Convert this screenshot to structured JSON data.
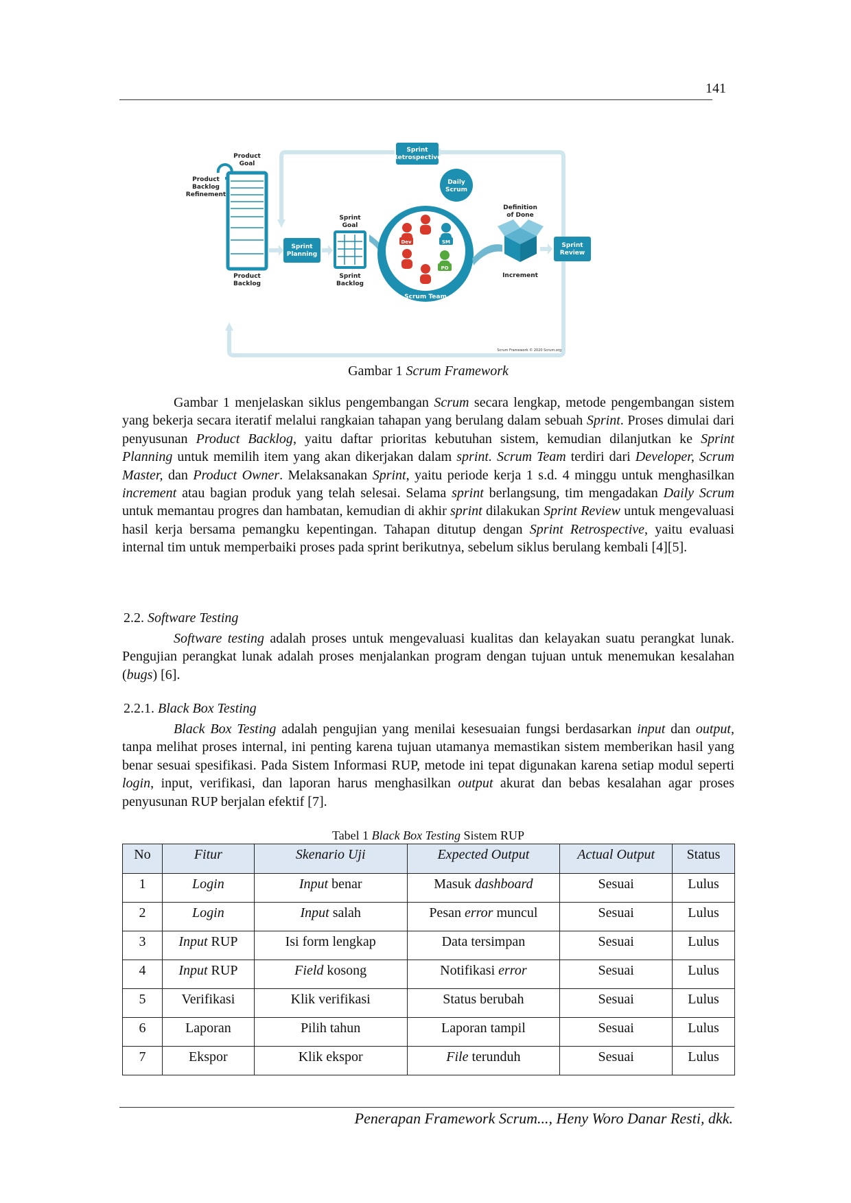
{
  "page_number": "141",
  "figure": {
    "labels": {
      "product_goal_1": "Product",
      "product_goal_2": "Goal",
      "refinement_1": "Product",
      "refinement_2": "Backlog",
      "refinement_3": "Refinement",
      "product_backlog_1": "Product",
      "product_backlog_2": "Backlog",
      "sprint_planning_1": "Sprint",
      "sprint_planning_2": "Planning",
      "sprint_goal_1": "Sprint",
      "sprint_goal_2": "Goal",
      "sprint_backlog_1": "Sprint",
      "sprint_backlog_2": "Backlog",
      "retro_1": "Sprint",
      "retro_2": "Retrospective",
      "daily_1": "Daily",
      "daily_2": "Scrum",
      "scrum_team": "Scrum Team",
      "dev": "Dev",
      "sm": "SM",
      "po": "PO",
      "dod_1": "Definition",
      "dod_2": "of Done",
      "increment": "Increment",
      "review_1": "Sprint",
      "review_2": "Review",
      "copyright": "Scrum Framework © 2020 Scrum.org"
    },
    "caption_prefix": "Gambar 1 ",
    "caption_italic": "Scrum Framework"
  },
  "para1": {
    "s1": "Gambar 1 menjelaskan siklus pengembangan ",
    "i1": "Scrum",
    "s2": " secara lengkap, metode pengembangan sistem yang bekerja secara iteratif melalui rangkaian tahapan yang berulang dalam sebuah ",
    "i2": "Sprint",
    "s3": ". Proses dimulai dari penyusunan ",
    "i3": "Product Backlog",
    "s4": ", yaitu daftar prioritas kebutuhan sistem, kemudian dilanjutkan ke ",
    "i4": "Sprint Planning",
    "s5": " untuk memilih item yang akan dikerjakan dalam ",
    "i5": "sprint. Scrum Team",
    "s6": " terdiri dari ",
    "i6": "Developer, Scrum Master,",
    "s7": " dan ",
    "i7": "Product Owner",
    "s8": ". Melaksanakan ",
    "i8": "Sprint",
    "s9": ", yaitu periode kerja 1 s.d. 4 minggu untuk menghasilkan ",
    "i9": "increment",
    "s10": " atau bagian produk yang telah selesai. Selama ",
    "i10": "sprint",
    "s11": " berlangsung, tim mengadakan ",
    "i11": "Daily Scrum",
    "s12": " untuk memantau progres dan hambatan, kemudian di akhir ",
    "i12": "sprint",
    "s13": " dilakukan ",
    "i13": "Sprint Review",
    "s14": " untuk mengevaluasi hasil kerja bersama pemangku kepentingan. Tahapan ditutup dengan ",
    "i14": "Sprint Retrospective",
    "s15": ", yaitu evaluasi internal tim untuk memperbaiki proses pada sprint berikutnya, sebelum siklus berulang kembali [4][5]."
  },
  "sec22": {
    "num": "2.2. ",
    "title": "Software Testing"
  },
  "para2": {
    "i1": "Software testing",
    "s1": " adalah proses untuk mengevaluasi kualitas dan kelayakan suatu perangkat lunak. Pengujian perangkat lunak adalah proses menjalankan program dengan tujuan untuk menemukan kesalahan (",
    "i2": "bugs",
    "s2": ") [6]."
  },
  "sec221": {
    "num": "2.2.1. ",
    "title": "Black Box Testing"
  },
  "para3": {
    "i1": "Black Box Testing",
    "s1": " adalah pengujian yang menilai kesesuaian fungsi berdasarkan ",
    "i2": "input",
    "s2": " dan ",
    "i3": "output,",
    "s3": " tanpa melihat proses internal, ini penting karena tujuan utamanya memastikan sistem memberikan hasil yang benar sesuai spesifikasi. Pada Sistem Informasi RUP, metode ini tepat digunakan karena setiap modul seperti ",
    "i4": "login",
    "s4": ", input, verifikasi, dan laporan harus menghasilkan ",
    "i5": "output",
    "s5": " akurat dan bebas kesalahan agar proses penyusunan RUP berjalan efektif [7]."
  },
  "table": {
    "caption_prefix": "Tabel 1 ",
    "caption_italic": "Black Box Testing",
    "caption_suffix": " Sistem RUP",
    "headers": [
      "No",
      "Fitur",
      "Skenario Uji",
      "Expected Output",
      "Actual Output",
      "Status"
    ],
    "rows": [
      {
        "no": "1",
        "fitur_i": "Login",
        "fitur_s": "",
        "sken_i": "Input",
        "sken_s": " benar",
        "exp_s": "Masuk ",
        "exp_i": "dashboard",
        "exp_s2": "",
        "actual": "Sesuai",
        "status": "Lulus"
      },
      {
        "no": "2",
        "fitur_i": "Login",
        "fitur_s": "",
        "sken_i": "Input",
        "sken_s": " salah",
        "exp_s": "Pesan ",
        "exp_i": "error",
        "exp_s2": " muncul",
        "actual": "Sesuai",
        "status": "Lulus"
      },
      {
        "no": "3",
        "fitur_i": "Input",
        "fitur_s": " RUP",
        "sken_i": "",
        "sken_s": "Isi form lengkap",
        "exp_s": "Data tersimpan",
        "exp_i": "",
        "exp_s2": "",
        "actual": "Sesuai",
        "status": "Lulus"
      },
      {
        "no": "4",
        "fitur_i": "Input",
        "fitur_s": " RUP",
        "sken_i": "Field",
        "sken_s": " kosong",
        "exp_s": "Notifikasi ",
        "exp_i": "error",
        "exp_s2": "",
        "actual": "Sesuai",
        "status": "Lulus"
      },
      {
        "no": "5",
        "fitur_i": "",
        "fitur_s": "Verifikasi",
        "sken_i": "",
        "sken_s": "Klik verifikasi",
        "exp_s": "Status berubah",
        "exp_i": "",
        "exp_s2": "",
        "actual": "Sesuai",
        "status": "Lulus"
      },
      {
        "no": "6",
        "fitur_i": "",
        "fitur_s": "Laporan",
        "sken_i": "",
        "sken_s": "Pilih tahun",
        "exp_s": "Laporan tampil",
        "exp_i": "",
        "exp_s2": "",
        "actual": "Sesuai",
        "status": "Lulus"
      },
      {
        "no": "7",
        "fitur_i": "",
        "fitur_s": "Ekspor",
        "sken_i": "",
        "sken_s": "Klik ekspor",
        "exp_s": "",
        "exp_i": "File",
        "exp_s2": " terunduh",
        "actual": "Sesuai",
        "status": "Lulus"
      }
    ]
  },
  "footer": "Penerapan Framework Scrum..., Heny Woro Danar Resti, dkk.",
  "colors": {
    "teal": "#1d8fb0",
    "light_teal": "#cfe6ee",
    "red": "#d8392b",
    "green": "#55a83c",
    "header_fill": "#dde7f3"
  }
}
